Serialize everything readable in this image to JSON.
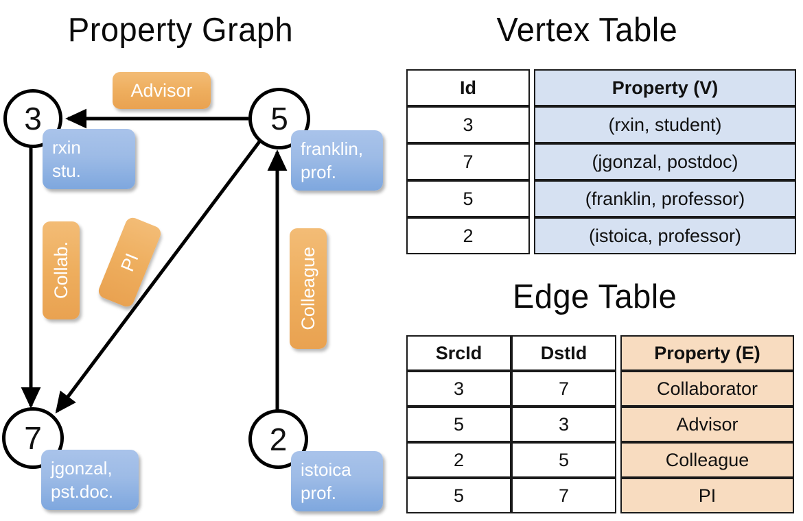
{
  "titles": {
    "property_graph": "Property Graph",
    "vertex_table": "Vertex Table",
    "edge_table": "Edge Table"
  },
  "graph": {
    "vertices": [
      {
        "id": "3",
        "property_line1": "rxin",
        "property_line2": "stu."
      },
      {
        "id": "5",
        "property_line1": "franklin,",
        "property_line2": "prof."
      },
      {
        "id": "7",
        "property_line1": "jgonzal,",
        "property_line2": "pst.doc."
      },
      {
        "id": "2",
        "property_line1": "istoica",
        "property_line2": "prof."
      }
    ],
    "edge_labels": [
      {
        "label": "Advisor",
        "from": "5",
        "to": "3"
      },
      {
        "label": "Collab.",
        "from": "3",
        "to": "7"
      },
      {
        "label": "PI",
        "from": "5",
        "to": "7"
      },
      {
        "label": "Colleague",
        "from": "2",
        "to": "5"
      }
    ]
  },
  "vertex_table": {
    "headers": [
      "Id",
      "Property (V)"
    ],
    "rows": [
      {
        "id": "3",
        "property": "(rxin, student)"
      },
      {
        "id": "7",
        "property": "(jgonzal, postdoc)"
      },
      {
        "id": "5",
        "property": "(franklin, professor)"
      },
      {
        "id": "2",
        "property": "(istoica, professor)"
      }
    ]
  },
  "edge_table": {
    "headers": [
      "SrcId",
      "DstId",
      "Property (E)"
    ],
    "rows": [
      {
        "src": "3",
        "dst": "7",
        "property": "Collaborator"
      },
      {
        "src": "5",
        "dst": "3",
        "property": "Advisor"
      },
      {
        "src": "2",
        "dst": "5",
        "property": "Colleague"
      },
      {
        "src": "5",
        "dst": "7",
        "property": "PI"
      }
    ]
  },
  "colors": {
    "vertex_property_blue": "#9dbbe6",
    "edge_label_orange": "#eeae5e",
    "vertex_table_fill": "#d6e1f2",
    "edge_table_fill": "#f8dcc0",
    "stroke": "#000000"
  }
}
